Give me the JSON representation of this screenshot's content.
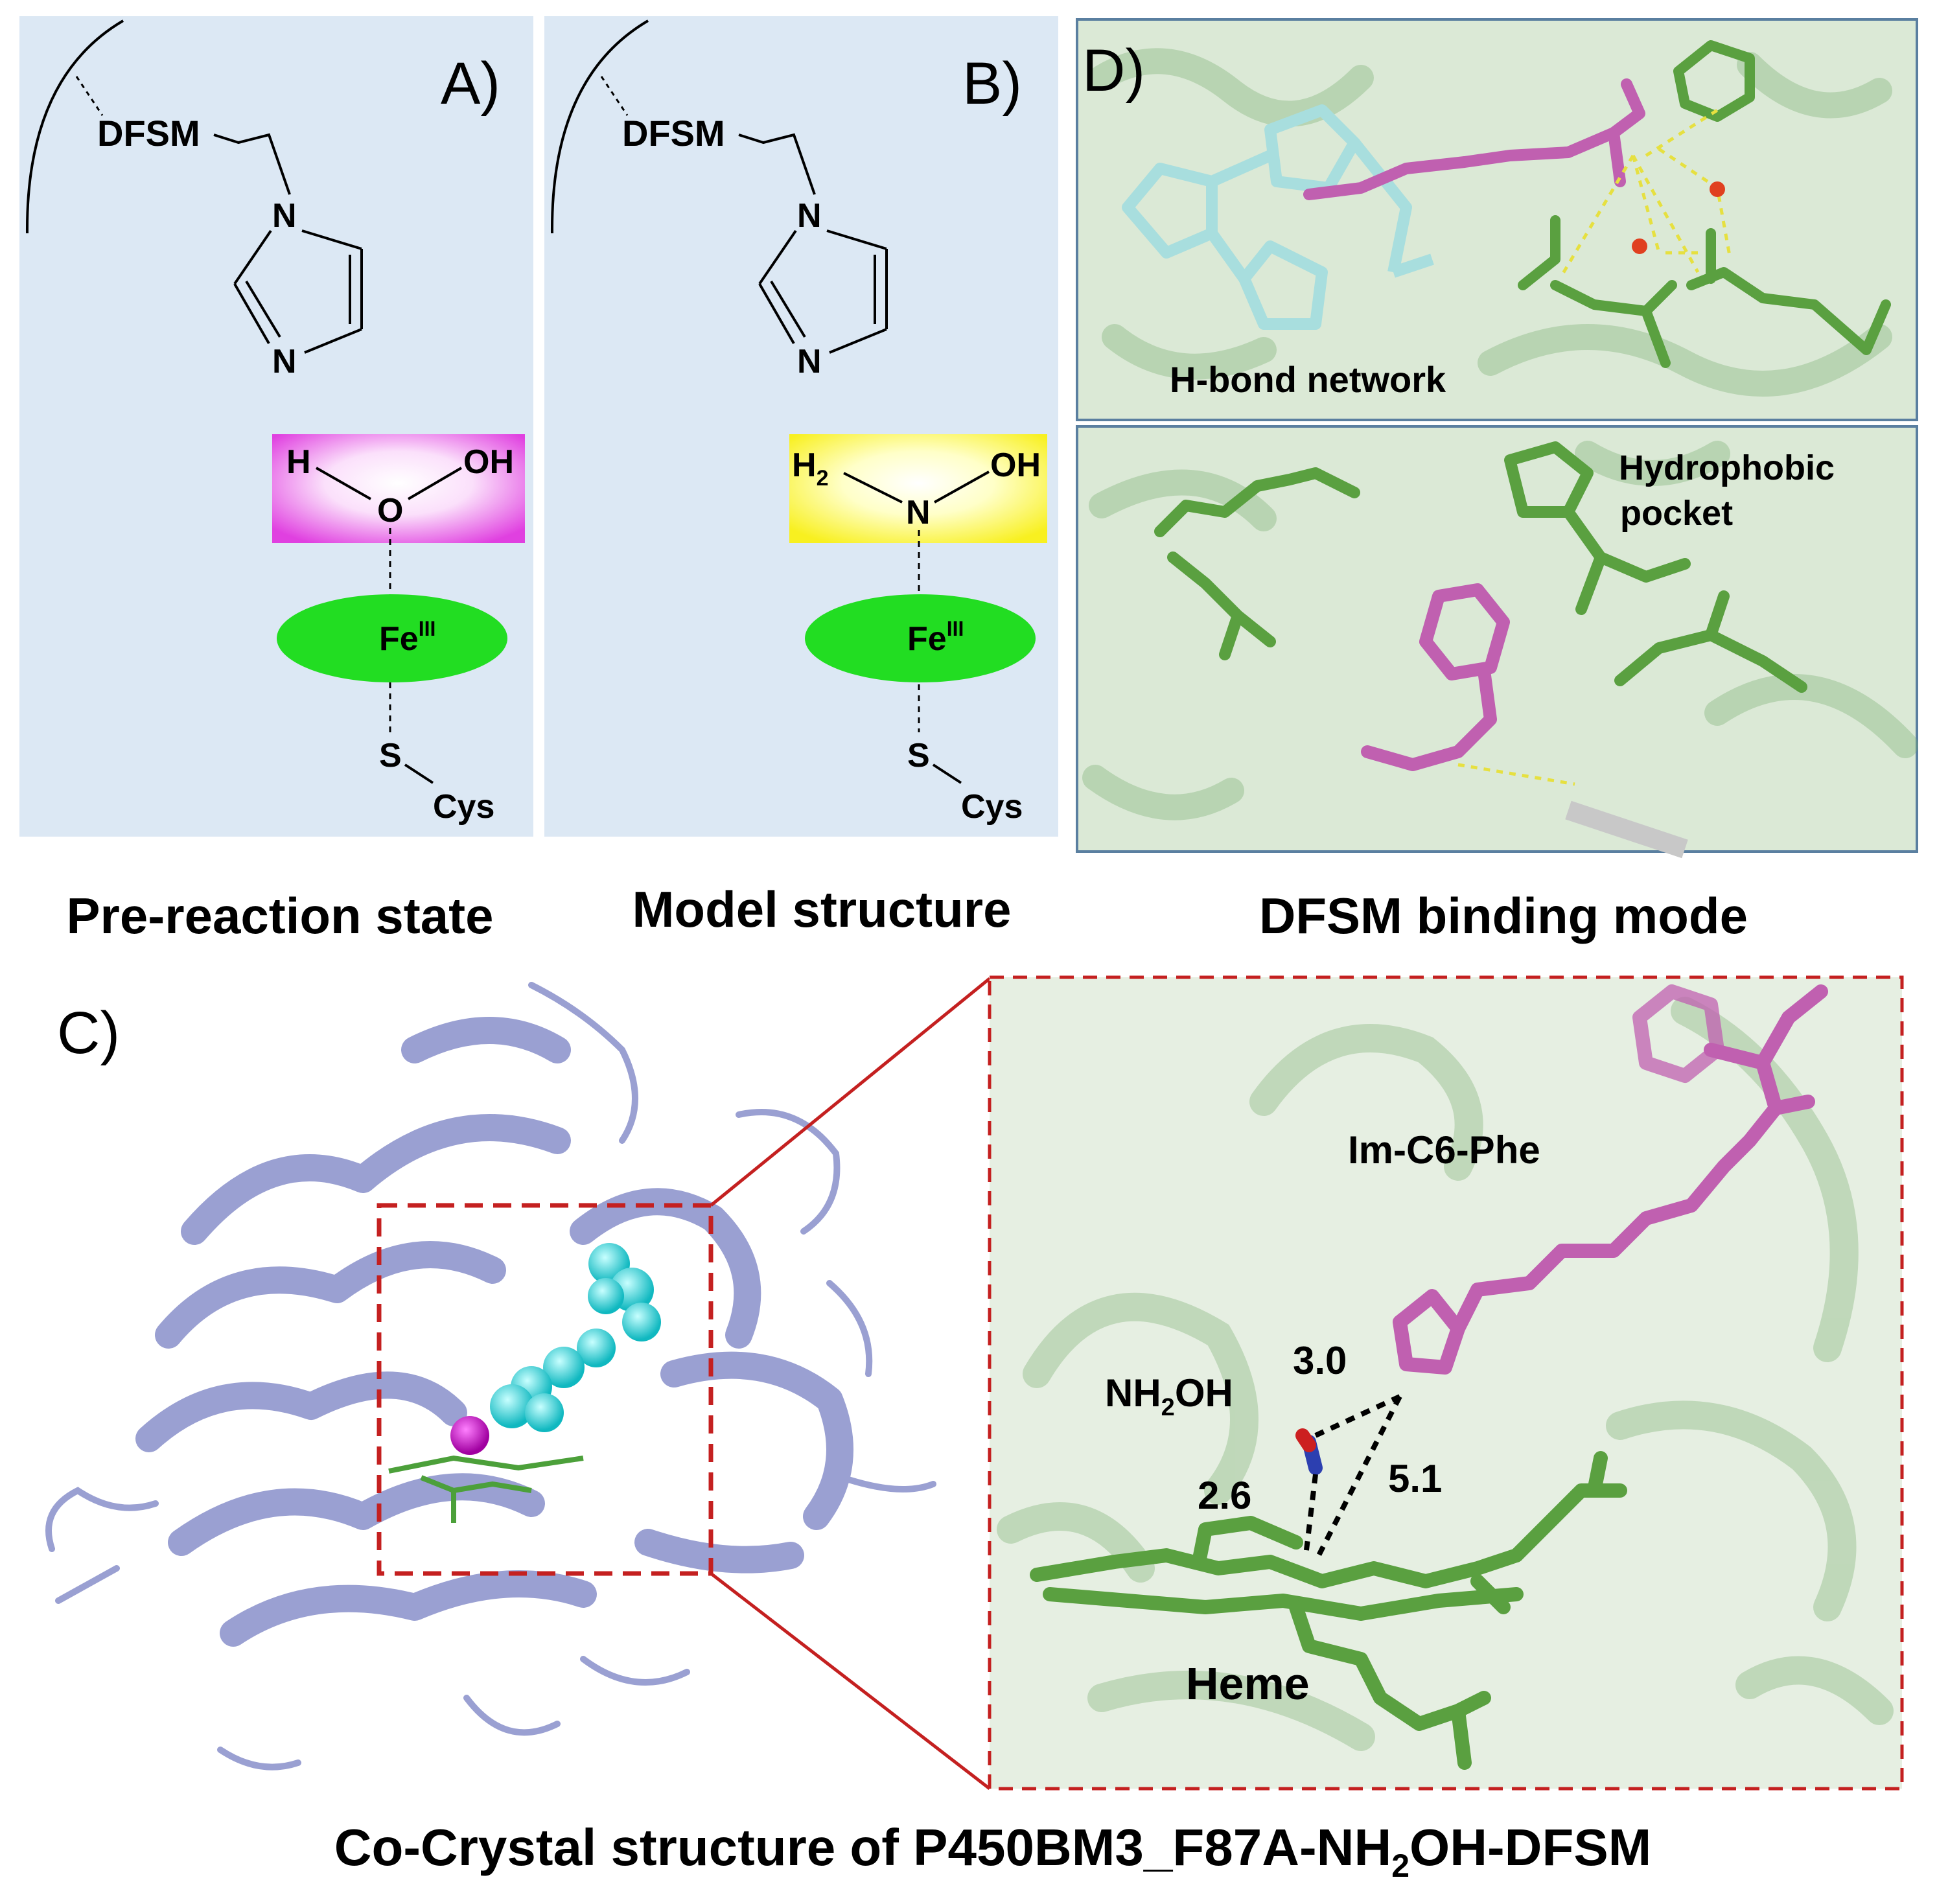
{
  "panel_a": {
    "letter": "A)",
    "anchor": "DFSM",
    "ring_n1": "N",
    "ring_n3": "N",
    "box_h": "H",
    "box_o": "O",
    "box_oh": "OH",
    "metal": "Fe",
    "metal_sup": "III",
    "sulfur": "S",
    "cys": "Cys",
    "box_color": "#e040e0",
    "caption": "Pre-reaction state"
  },
  "panel_b": {
    "letter": "B)",
    "anchor": "DFSM",
    "ring_n1": "N",
    "ring_n3": "N",
    "box_h": "H",
    "box_h_sub": "2",
    "box_n": "N",
    "box_oh": "OH",
    "metal": "Fe",
    "metal_sup": "III",
    "sulfur": "S",
    "cys": "Cys",
    "box_color": "#ffff33",
    "caption": "Model structure"
  },
  "panel_d": {
    "letter": "D)",
    "top_label": "H-bond network",
    "bottom_label_line1": "Hydrophobic",
    "bottom_label_line2": "pocket",
    "caption": "DFSM binding mode"
  },
  "panel_c": {
    "letter": "C)",
    "ligand_label": "Im-C6-Phe",
    "water_label_a": "NH",
    "water_label_sub": "2",
    "water_label_b": "OH",
    "dist_1": "3.0",
    "dist_2": "2.6",
    "dist_3": "5.1",
    "heme_label": "Heme",
    "caption_a": "Co-Crystal structure of P450BM3_F87A-NH",
    "caption_sub": "2",
    "caption_b": "OH-DFSM"
  },
  "colors": {
    "panel_bg": "#dce8f4",
    "protein": "#9aa0d2",
    "heme_green": "#5aa040",
    "ligand_magenta": "#c060b0",
    "cyan_spheres": "#20d8d8",
    "zoom_frame": "#c42020",
    "fe_ellipse": "#22dd22"
  }
}
